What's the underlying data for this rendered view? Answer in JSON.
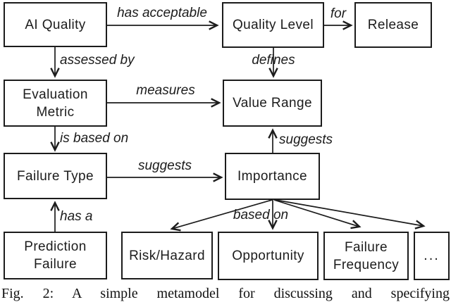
{
  "figure": {
    "background": "#ffffff",
    "line_color": "#1c1c1c"
  },
  "nodes": {
    "ai_quality": "AI Quality",
    "quality_level": "Quality Level",
    "release": "Release",
    "evaluation_metric": "Evaluation Metric",
    "value_range": "Value Range",
    "failure_type": "Failure Type",
    "importance": "Importance",
    "prediction_failure": "Prediction Failure",
    "risk_hazard": "Risk/Hazard",
    "opportunity": "Opportunity",
    "failure_frequency": "Failure Frequency",
    "more": "..."
  },
  "edge_labels": {
    "has_acceptable": "has acceptable",
    "for_rel": "for",
    "assessed_by": "assessed by",
    "defines": "defines",
    "measures": "measures",
    "is_based_on": "is based on",
    "suggests_to_importance": "suggests",
    "suggests_to_value_range": "suggests",
    "has_a": "has a",
    "based_on": "based on"
  },
  "caption": {
    "text": "Fig. 2: A simple metamodel for discussing and specifying"
  }
}
